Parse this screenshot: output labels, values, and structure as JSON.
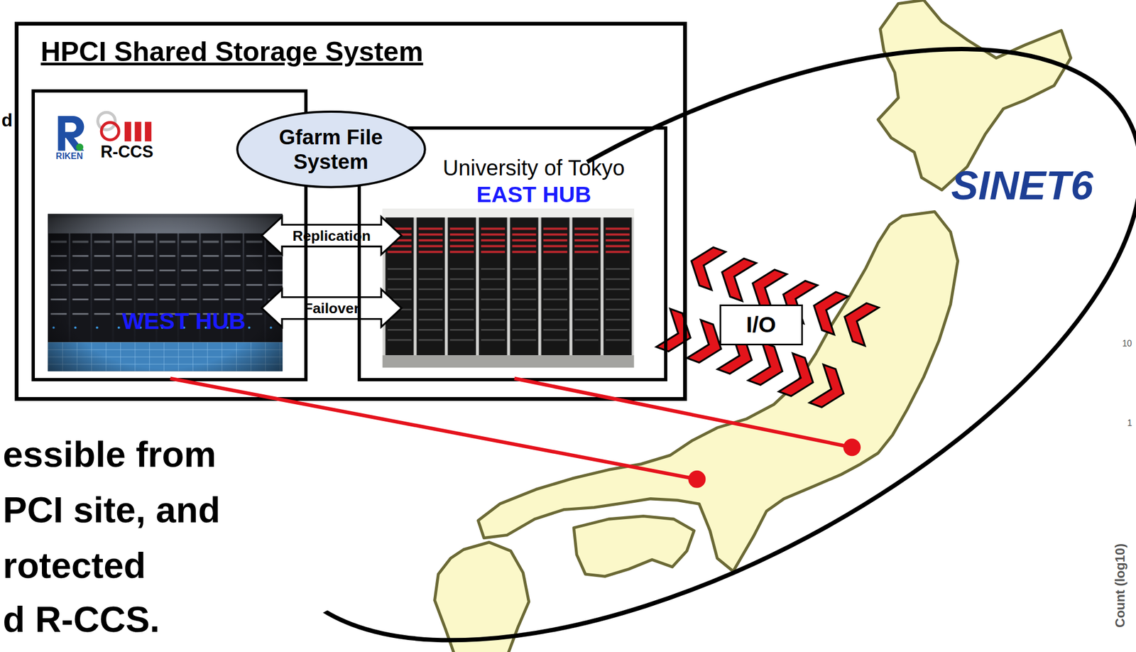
{
  "diagram": {
    "nodes": [
      {
        "text": [
          "HPCI Shared Storage System"
        ]
      },
      {
        "text": [
          "RIKEN",
          "R-CCS",
          "WEST HUB"
        ],
        "in": 0
      },
      {
        "text": [
          "Gfarm File System"
        ],
        "in": 0
      },
      {
        "text": [
          "University of Tokyo",
          "EAST HUB"
        ],
        "in": 0
      },
      {
        "text": [
          "I/O"
        ]
      },
      {
        "text": [
          "SINET6"
        ]
      }
    ],
    "edges": [
      {
        "from": 1,
        "to": 3,
        "arrow": "both",
        "label": "Replication"
      },
      {
        "from": 1,
        "to": 3,
        "arrow": "both",
        "label": "Failover"
      }
    ],
    "labels": [
      "d",
      "essible from",
      "PCI site, and",
      "rotected",
      "d R-CCS.",
      "10",
      "1",
      "Count (log10)"
    ]
  }
}
